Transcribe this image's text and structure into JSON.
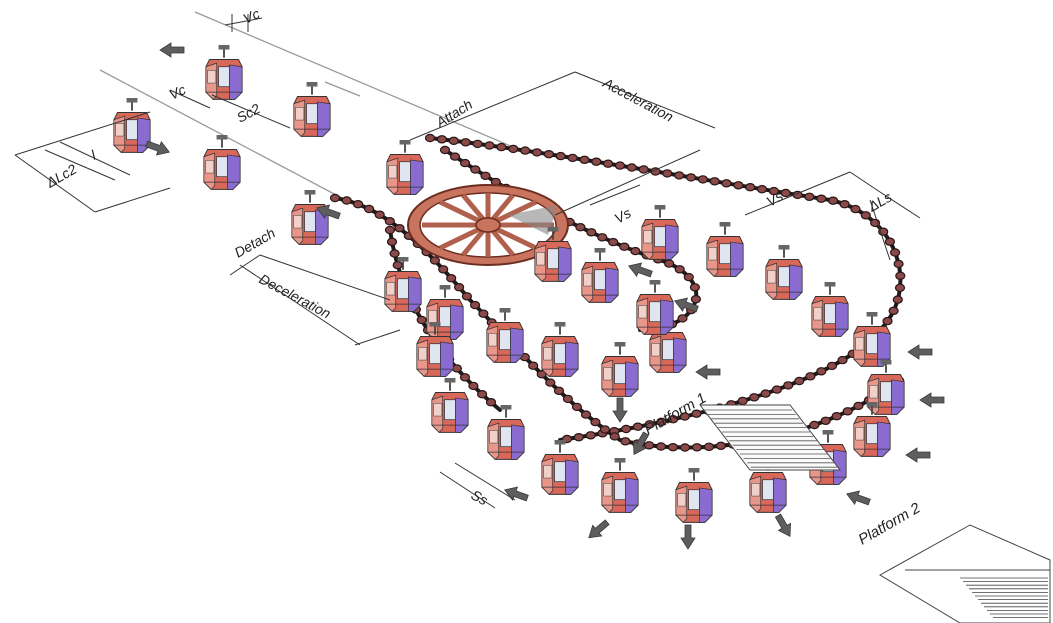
{
  "labels": {
    "vc_top": "Vc",
    "vc_mid": "Vc",
    "sc2": "Sc2",
    "l_small": "l",
    "delta_lc2": "ΔLc2",
    "attach": "Attach",
    "acceleration": "Acceleration",
    "vs_inner": "Vs",
    "vs_outer": "Vs",
    "delta_ls": "ΔLs",
    "detach": "Detach",
    "deceleration": "Deceleration",
    "platform_1": "Platform 1",
    "platform_2": "Platform 2",
    "ss": "Ss"
  },
  "colors": {
    "cabin_red": "#d8685a",
    "cabin_purple": "#8a6bd0",
    "cabin_light": "#dfe6f2",
    "wheel": "#c8745e",
    "chain_link": "#8a4a4a",
    "arrow": "#5e5e5e"
  },
  "icons": {
    "arrow": "direction-arrow-icon",
    "cabin": "gondola-cabin-icon",
    "wheel": "bullwheel-icon"
  }
}
